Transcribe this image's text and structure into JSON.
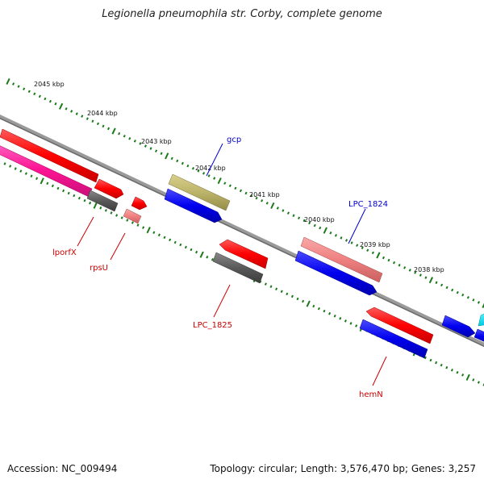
{
  "title": "Legionella pneumophila str. Corby, complete genome",
  "accession": "Accession: NC_009494",
  "topology": "Topology: circular; Length: 3,576,470 bp; Genes: 3,257",
  "colors": {
    "backbone": "#8a8a8a",
    "ticks": "#1a7a1a",
    "label_red": "#cc0000",
    "label_blue": "#0000cc"
  },
  "ticks": [
    {
      "label": "2045 kbp"
    },
    {
      "label": "2044 kbp"
    },
    {
      "label": "2043 kbp"
    },
    {
      "label": "2042 kbp"
    },
    {
      "label": "2041 kbp"
    },
    {
      "label": "2040 kbp"
    },
    {
      "label": "2039 kbp"
    },
    {
      "label": "2038 kbp"
    }
  ],
  "genes": [
    {
      "name": "lporfX",
      "color": "red"
    },
    {
      "name": "rpsU",
      "color": "red"
    },
    {
      "name": "gcp",
      "color": "blue"
    },
    {
      "name": "LPC_1825",
      "color": "red"
    },
    {
      "name": "LPC_1824",
      "color": "blue"
    },
    {
      "name": "hemN",
      "color": "red"
    }
  ]
}
